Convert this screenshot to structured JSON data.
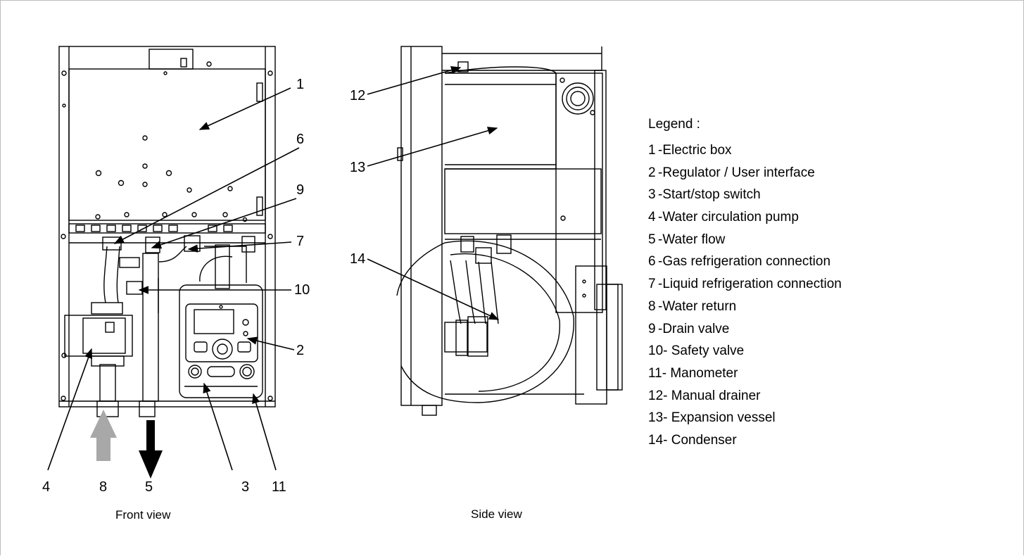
{
  "callouts": [
    "1",
    "2",
    "3",
    "4",
    "5",
    "6",
    "7",
    "8",
    "9",
    "10",
    "11",
    "12",
    "13",
    "14"
  ],
  "front_caption": "Front view",
  "side_caption": "Side view",
  "legend": {
    "title": "Legend :",
    "items": [
      {
        "num": "1",
        "text": "-Electric box"
      },
      {
        "num": "2",
        "text": "-Regulator / User interface"
      },
      {
        "num": "3",
        "text": "-Start/stop switch"
      },
      {
        "num": "4",
        "text": "-Water circulation pump"
      },
      {
        "num": "5",
        "text": "-Water flow"
      },
      {
        "num": "6",
        "text": "-Gas refrigeration connection"
      },
      {
        "num": "7",
        "text": "-Liquid refrigeration connection"
      },
      {
        "num": "8",
        "text": "-Water return"
      },
      {
        "num": "9",
        "text": "-Drain valve"
      },
      {
        "num": "10",
        "text": "- Safety valve"
      },
      {
        "num": "11",
        "text": "- Manometer"
      },
      {
        "num": "12",
        "text": "- Manual drainer"
      },
      {
        "num": "13",
        "text": "- Expansion vessel"
      },
      {
        "num": "14",
        "text": "- Condenser"
      }
    ]
  }
}
